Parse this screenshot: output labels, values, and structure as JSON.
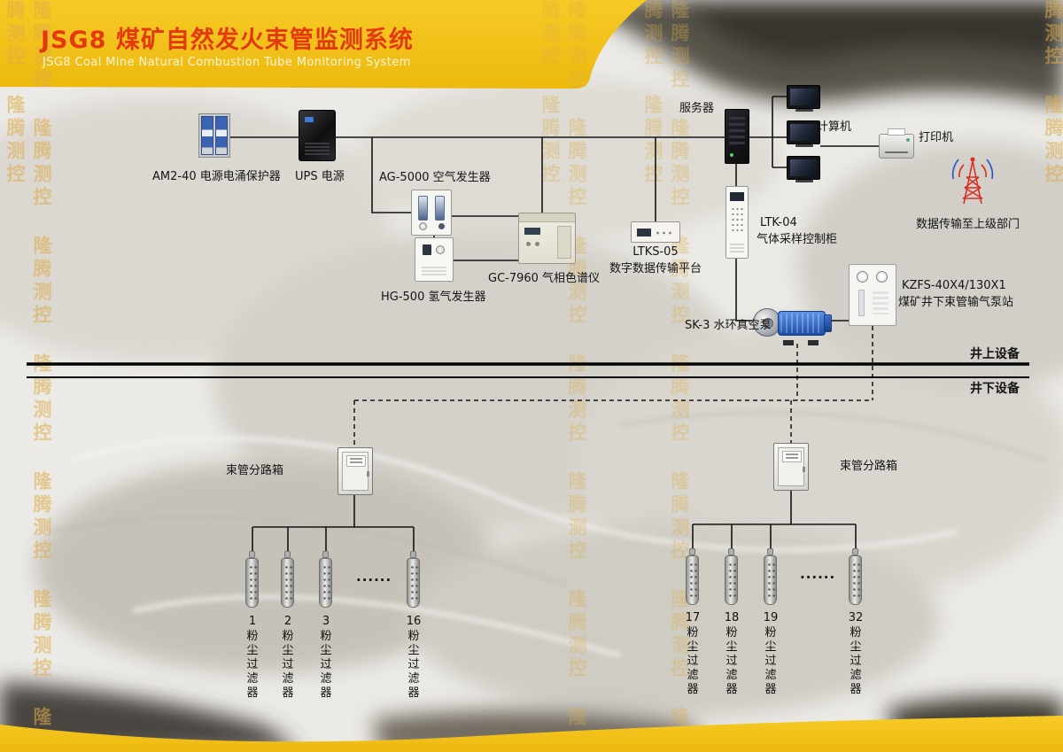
{
  "header": {
    "title": "JSG8 煤矿自然发火束管监测系统",
    "subtitle": "JSG8 Coal Mine Natural Combustion Tube Monitoring System"
  },
  "watermark": {
    "text": "隆腾测控 隆腾测控 隆腾测控 隆腾测控 隆腾测控 隆腾测控 隆腾测控 隆腾测控"
  },
  "colors": {
    "accent_yellow": "#F2C21E",
    "title_red": "#E5380E",
    "line_black": "#141414"
  },
  "labels": {
    "surge_protector": "AM2-40 电源电涌保护器",
    "ups": "UPS 电源",
    "air_generator": "AG-5000 空气发生器",
    "hydrogen_generator": "HG-500 氢气发生器",
    "gas_chromatograph": "GC-7960 气相色谱仪",
    "ltks_model": "LTKS-05",
    "ltks_name": "数字数据传输平台",
    "server": "服务器",
    "computer": "计算机",
    "printer": "打印机",
    "uplink": "数据传输至上级部门",
    "ltk_model": "LTK-04",
    "ltk_name": "气体采样控制柜",
    "kzfs_model": "KZFS-40X4/130X1",
    "kzfs_name": "煤矿井下束管输气泵站",
    "vacuum_pump": "SK-3 水环真空泵",
    "branch_box": "束管分路箱"
  },
  "sections": {
    "above_ground": "井上设备",
    "below_ground": "井下设备"
  },
  "filters": {
    "label": "粉尘过滤器",
    "numbers": [
      "1",
      "2",
      "3",
      "16",
      "17",
      "18",
      "19",
      "32"
    ],
    "ellipsis": "......"
  }
}
